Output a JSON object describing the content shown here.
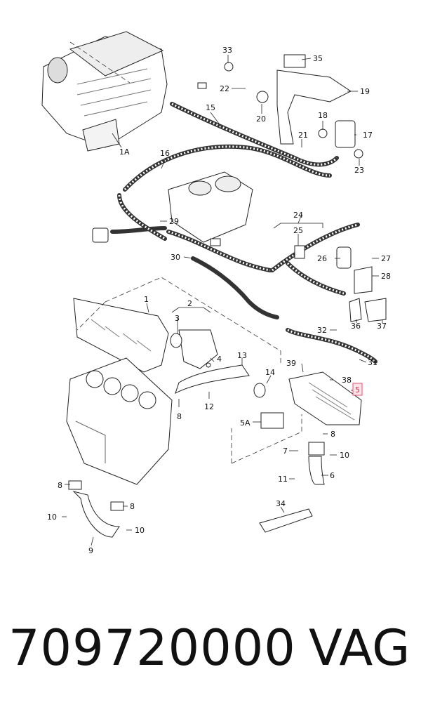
{
  "diagram": {
    "callouts": [
      {
        "id": "c1A",
        "text": "1A"
      },
      {
        "id": "c33",
        "text": "33"
      },
      {
        "id": "c35",
        "text": "35"
      },
      {
        "id": "c22",
        "text": "22"
      },
      {
        "id": "c19",
        "text": "19"
      },
      {
        "id": "c15",
        "text": "15"
      },
      {
        "id": "c20",
        "text": "20"
      },
      {
        "id": "c18",
        "text": "18"
      },
      {
        "id": "c17",
        "text": "17"
      },
      {
        "id": "c21",
        "text": "21"
      },
      {
        "id": "c23",
        "text": "23"
      },
      {
        "id": "c16",
        "text": "16"
      },
      {
        "id": "c24",
        "text": "24"
      },
      {
        "id": "c29",
        "text": "29"
      },
      {
        "id": "c25",
        "text": "25"
      },
      {
        "id": "c26",
        "text": "26"
      },
      {
        "id": "c27",
        "text": "27"
      },
      {
        "id": "c30",
        "text": "30"
      },
      {
        "id": "c28",
        "text": "28"
      },
      {
        "id": "c1",
        "text": "1"
      },
      {
        "id": "c2",
        "text": "2"
      },
      {
        "id": "c3",
        "text": "3"
      },
      {
        "id": "c36",
        "text": "36"
      },
      {
        "id": "c37",
        "text": "37"
      },
      {
        "id": "c32",
        "text": "32"
      },
      {
        "id": "c4",
        "text": "4"
      },
      {
        "id": "c13",
        "text": "13"
      },
      {
        "id": "c39",
        "text": "39"
      },
      {
        "id": "c31",
        "text": "31"
      },
      {
        "id": "c14",
        "text": "14"
      },
      {
        "id": "c38",
        "text": "38"
      },
      {
        "id": "c5",
        "text": "5"
      },
      {
        "id": "c8a",
        "text": "8"
      },
      {
        "id": "c12",
        "text": "12"
      },
      {
        "id": "c5A",
        "text": "5A"
      },
      {
        "id": "c8b",
        "text": "8"
      },
      {
        "id": "c7",
        "text": "7"
      },
      {
        "id": "c10a",
        "text": "10"
      },
      {
        "id": "c11",
        "text": "11"
      },
      {
        "id": "c6",
        "text": "6"
      },
      {
        "id": "c8c",
        "text": "8"
      },
      {
        "id": "c34",
        "text": "34"
      },
      {
        "id": "c10b",
        "text": "10"
      },
      {
        "id": "c8d",
        "text": "8"
      },
      {
        "id": "c10c",
        "text": "10"
      },
      {
        "id": "c9",
        "text": "9"
      }
    ]
  },
  "footer": {
    "part_number": "709720000",
    "brand": "VAG"
  },
  "colors": {
    "highlight": "#e0506c",
    "line": "#222222"
  }
}
